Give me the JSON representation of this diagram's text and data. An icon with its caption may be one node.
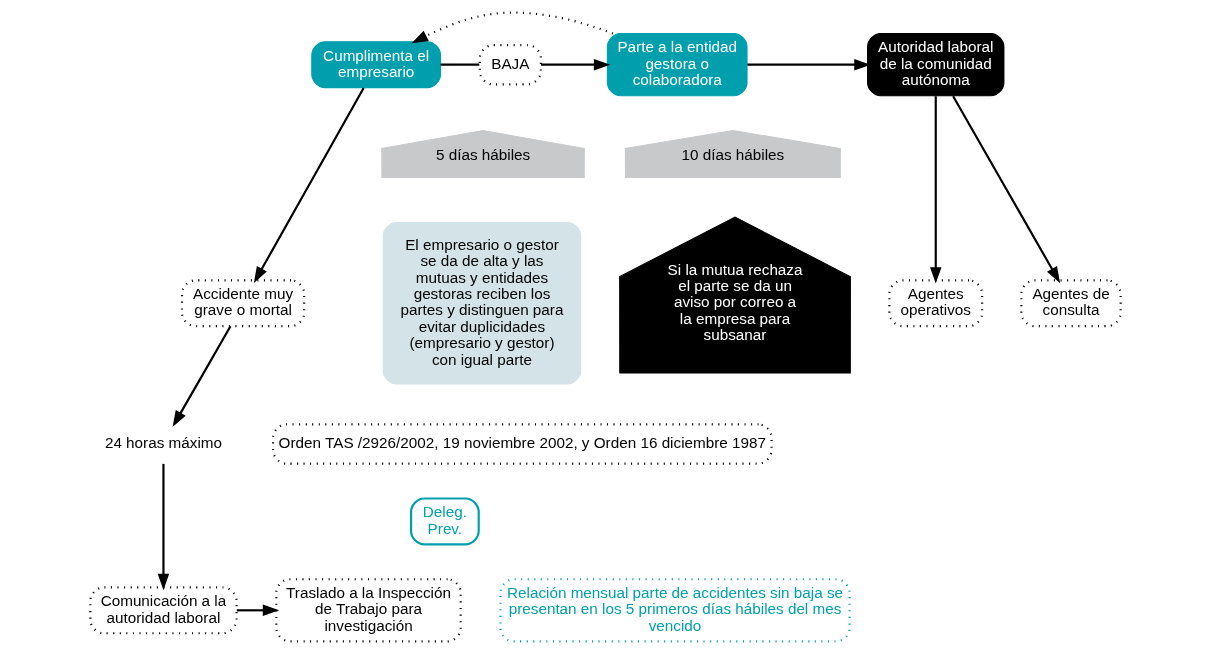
{
  "diagram": {
    "nodes": [
      {
        "text": [
          "Cumplimenta el empresario"
        ]
      },
      {
        "text": [
          "BAJA"
        ]
      },
      {
        "text": [
          "Parte a la entidad gestora o colaboradora"
        ]
      },
      {
        "text": [
          "Autoridad laboral de la comunidad autónoma"
        ]
      },
      {
        "text": [
          "5 días hábiles"
        ]
      },
      {
        "text": [
          "10 días hábiles"
        ]
      },
      {
        "text": [
          "Accidente muy grave o mortal"
        ]
      },
      {
        "text": [
          "El empresario o gestor se da de alta y las mutuas y entidades gestoras reciben los partes y distinguen para evitar duplicidades (empresario y gestor) con igual parte"
        ]
      },
      {
        "text": [
          "Si la mutua rechaza el parte se da un aviso por correo a la empresa para subsanar"
        ]
      },
      {
        "text": [
          "Agentes operativos"
        ]
      },
      {
        "text": [
          "Agentes de consulta"
        ]
      },
      {
        "text": [
          "24 horas máximo"
        ]
      },
      {
        "text": [
          "Orden TAS /2926/2002, 19 noviembre 2002, y Orden 16 diciembre 1987"
        ]
      },
      {
        "text": [
          "Deleg. Prev."
        ]
      },
      {
        "text": [
          "Comunicación a la autoridad laboral"
        ]
      },
      {
        "text": [
          "Traslado a la Inspección de Trabajo para investigación"
        ]
      },
      {
        "text": [
          "Relación mensual parte de accidentes sin baja se presentan en los 5 primeros días hábiles del mes vencido"
        ]
      }
    ],
    "edges": [
      {
        "from": 2,
        "to": 0,
        "arrow": "to",
        "style": "dashed"
      },
      {
        "from": 0,
        "to": 1,
        "arrow": "none"
      },
      {
        "from": 1,
        "to": 2,
        "arrow": "to"
      },
      {
        "from": 2,
        "to": 3,
        "arrow": "to"
      },
      {
        "from": 3,
        "to": 9,
        "arrow": "to"
      },
      {
        "from": 3,
        "to": 10,
        "arrow": "to"
      },
      {
        "from": 0,
        "to": 6,
        "arrow": "to"
      },
      {
        "from": 6,
        "to": 11,
        "arrow": "to"
      },
      {
        "from": 11,
        "to": 14,
        "arrow": "to"
      },
      {
        "from": 14,
        "to": 15,
        "arrow": "to"
      }
    ]
  }
}
